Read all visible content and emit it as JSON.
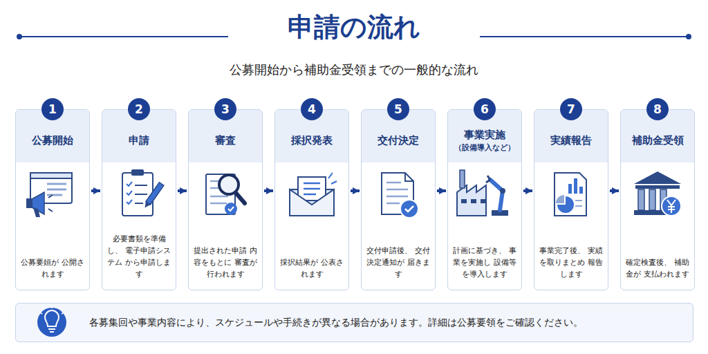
{
  "diagram": {
    "title": "申請の流れ",
    "nodes": [
      {
        "text": [
          "1",
          "公募開始",
          "公募要姮が 公開されます"
        ]
      },
      {
        "text": [
          "2",
          "申請",
          "必要書類を準備し、 電子申請システム から申請します"
        ]
      },
      {
        "text": [
          "3",
          "審査",
          "提出された申請 内容をもとに 審査が行われます"
        ]
      },
      {
        "text": [
          "4",
          "採択発表",
          "採択結果が 公表されます"
        ]
      },
      {
        "text": [
          "5",
          "交付決定",
          "交付申請後、 交付決定通知が 届きます"
        ]
      },
      {
        "text": [
          "6",
          "事業実施",
          "（設備導入など）",
          "計画に基づき、 事業を実施し 設備等を導入します"
        ]
      },
      {
        "text": [
          "7",
          "実績報告",
          "事業完了後、 実績を取りまとめ 報告します"
        ]
      },
      {
        "text": [
          "8",
          "補助金受領",
          "確定検査後、 補助金が 支払われます"
        ]
      },
      {
        "text": [
          "各募集回や事業内容により、スケジュールや手続きが異なる場合があります。詳細は公募要領をご確認ください。"
        ]
      }
    ],
    "edges": [
      {
        "from": 0,
        "to": 1,
        "arrow": "to"
      },
      {
        "from": 1,
        "to": 2,
        "arrow": "to"
      },
      {
        "from": 2,
        "to": 3,
        "arrow": "to"
      },
      {
        "from": 3,
        "to": 4,
        "arrow": "to"
      },
      {
        "from": 4,
        "to": 5,
        "arrow": "to"
      },
      {
        "from": 5,
        "to": 6,
        "arrow": "to"
      },
      {
        "from": 6,
        "to": 7,
        "arrow": "to"
      }
    ],
    "labels": [
      "公募開始から補助金受領までの一般的な流れ"
    ]
  }
}
